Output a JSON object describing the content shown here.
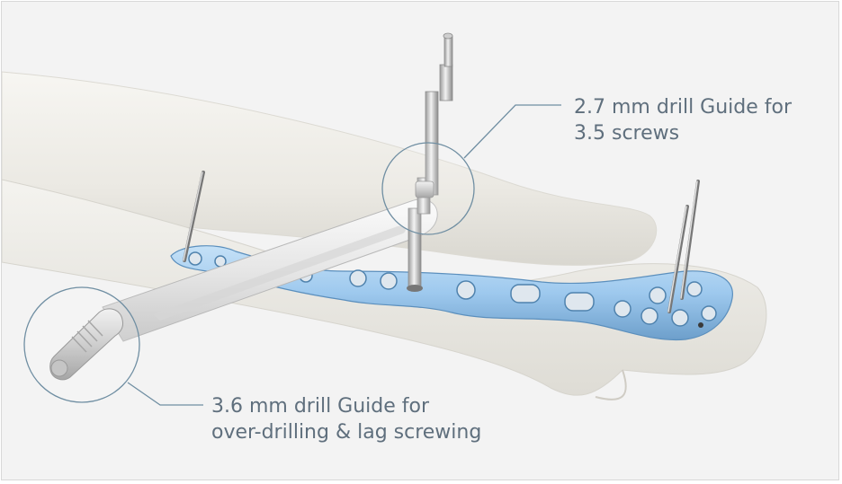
{
  "callouts": {
    "top": {
      "line1": "2.7 mm drill Guide for",
      "line2": "3.5 screws"
    },
    "bottom": {
      "line1": "3.6 mm drill Guide for",
      "line2": "over-drilling & lag screwing"
    }
  },
  "colors": {
    "background": "#f3f3f3",
    "plate": "#9ec9ee",
    "bone": "#ecebe6",
    "callout_line": "#6f8ea2",
    "label_text": "#5f6f7d"
  }
}
